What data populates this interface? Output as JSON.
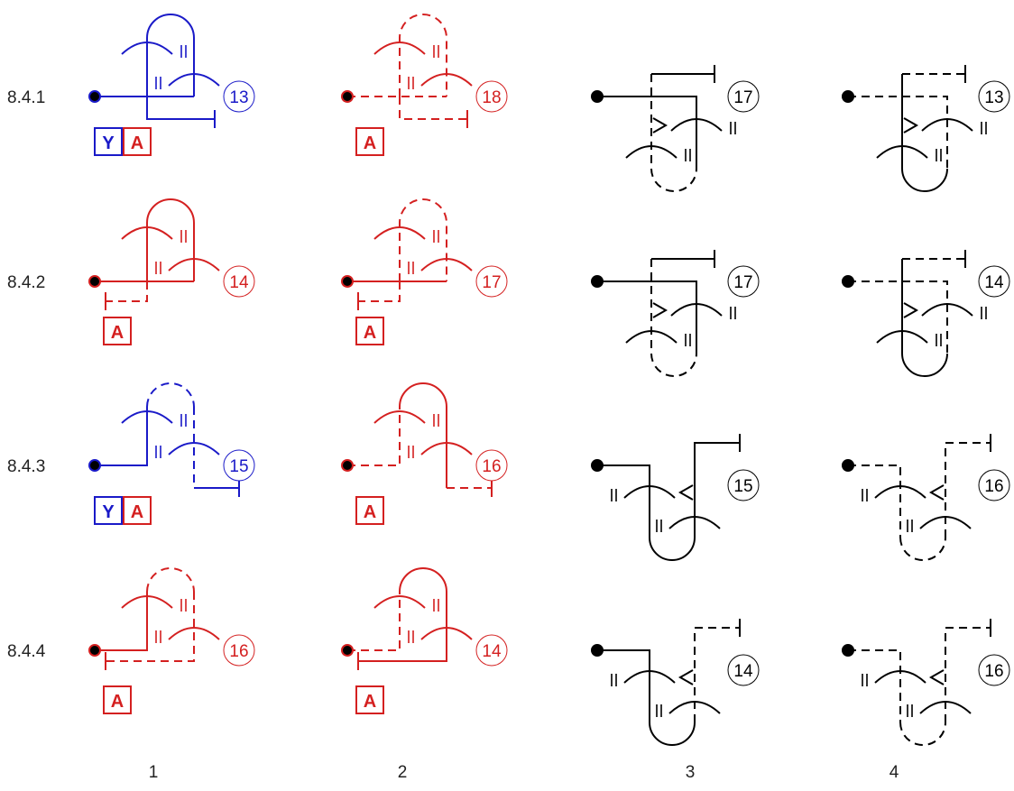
{
  "colors": {
    "blue": "#1a1ac8",
    "red": "#d42020",
    "black": "#000000"
  },
  "rows": [
    {
      "label": "8.4.1",
      "panels": [
        {
          "number": "13",
          "color": "blue",
          "boxes": [
            {
              "letter": "Y",
              "color": "blue"
            },
            {
              "letter": "A",
              "color": "red"
            }
          ]
        },
        {
          "number": "18",
          "color": "red",
          "boxes": [
            {
              "letter": "A",
              "color": "red"
            }
          ]
        },
        {
          "number": "17",
          "color": "black",
          "boxes": []
        },
        {
          "number": "13",
          "color": "black",
          "boxes": []
        }
      ]
    },
    {
      "label": "8.4.2",
      "panels": [
        {
          "number": "14",
          "color": "red",
          "boxes": [
            {
              "letter": "A",
              "color": "red"
            }
          ]
        },
        {
          "number": "17",
          "color": "red",
          "boxes": [
            {
              "letter": "A",
              "color": "red"
            }
          ]
        },
        {
          "number": "17",
          "color": "black",
          "boxes": []
        },
        {
          "number": "14",
          "color": "black",
          "boxes": []
        }
      ]
    },
    {
      "label": "8.4.3",
      "panels": [
        {
          "number": "15",
          "color": "blue",
          "boxes": [
            {
              "letter": "Y",
              "color": "blue"
            },
            {
              "letter": "A",
              "color": "red"
            }
          ]
        },
        {
          "number": "16",
          "color": "red",
          "boxes": [
            {
              "letter": "A",
              "color": "red"
            }
          ]
        },
        {
          "number": "15",
          "color": "black",
          "boxes": []
        },
        {
          "number": "16",
          "color": "black",
          "boxes": []
        }
      ]
    },
    {
      "label": "8.4.4",
      "panels": [
        {
          "number": "16",
          "color": "red",
          "boxes": [
            {
              "letter": "A",
              "color": "red"
            }
          ]
        },
        {
          "number": "14",
          "color": "red",
          "boxes": [
            {
              "letter": "A",
              "color": "red"
            }
          ]
        },
        {
          "number": "14",
          "color": "black",
          "boxes": []
        },
        {
          "number": "16",
          "color": "black",
          "boxes": []
        }
      ]
    }
  ],
  "columns": [
    "1",
    "2",
    "3",
    "4"
  ]
}
